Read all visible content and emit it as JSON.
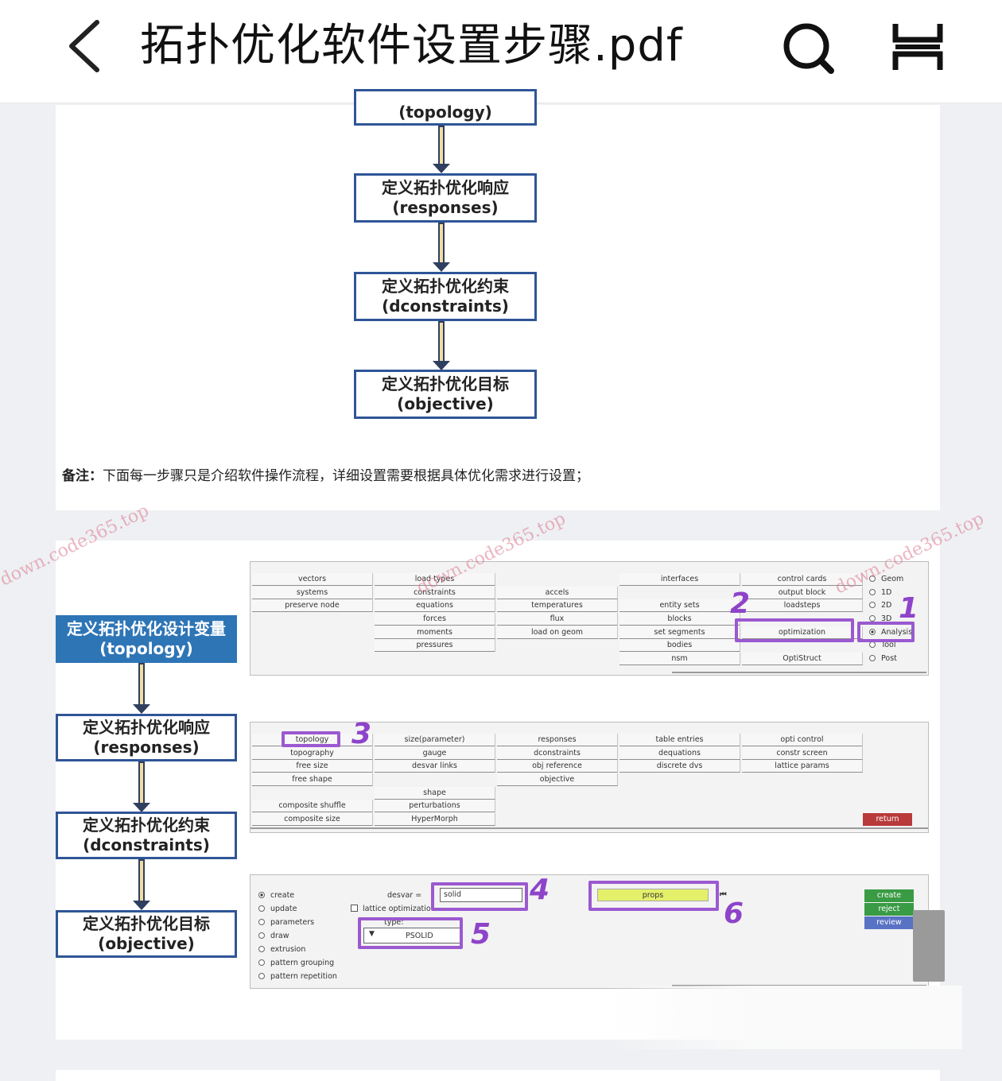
{
  "header": {
    "title": "拓扑优化软件设置步骤.pdf",
    "back_icon": "chevron-left-icon",
    "search_icon": "search-icon",
    "menu_icon": "two-bar-menu-icon"
  },
  "page1": {
    "flow": [
      {
        "zh": "",
        "en": "(topology)"
      },
      {
        "zh": "定义拓扑优化响应",
        "en": "(responses)"
      },
      {
        "zh": "定义拓扑优化约束",
        "en": "(dconstraints)"
      },
      {
        "zh": "定义拓扑优化目标",
        "en": "(objective)"
      }
    ],
    "note_label": "备注：",
    "note_text": "下面每一步骤只是介绍软件操作流程，详细设置需要根据具体优化需求进行设置；"
  },
  "page2": {
    "flow": [
      {
        "zh": "定义拓扑优化设计变量",
        "en": "(topology)"
      },
      {
        "zh": "定义拓扑优化响应",
        "en": "(responses)"
      },
      {
        "zh": "定义拓扑优化约束",
        "en": "(dconstraints)"
      },
      {
        "zh": "定义拓扑优化目标",
        "en": "(objective)"
      }
    ],
    "panel1": {
      "col1": [
        "vectors",
        "systems",
        "preserve node"
      ],
      "col2": [
        "load types",
        "constraints",
        "equations",
        "forces",
        "moments",
        "pressures"
      ],
      "col3": [
        "accels",
        "temperatures",
        "flux",
        "load on geom"
      ],
      "col4": [
        "interfaces",
        "",
        "entity sets",
        "blocks",
        "set segments",
        "bodies",
        "nsm"
      ],
      "col5": [
        "control cards",
        "output block",
        "loadsteps",
        "",
        "optimization",
        "",
        "OptiStruct"
      ],
      "radios": [
        "Geom",
        "1D",
        "2D",
        "3D",
        "Analysis",
        "Tool",
        "Post"
      ],
      "selected_radio": "Analysis"
    },
    "panel2": {
      "col1": [
        "topology",
        "topography",
        "free size",
        "free shape",
        "",
        "composite shuffle",
        "composite size"
      ],
      "col2": [
        "size(parameter)",
        "gauge",
        "desvar links",
        "",
        "shape",
        "perturbations",
        "HyperMorph"
      ],
      "col3": [
        "responses",
        "dconstraints",
        "obj reference",
        "objective"
      ],
      "col4": [
        "table entries",
        "dequations",
        "discrete dvs"
      ],
      "col5": [
        "opti control",
        "constr screen",
        "lattice params"
      ],
      "return_label": "return"
    },
    "panel3": {
      "radios": [
        "create",
        "update",
        "parameters",
        "draw",
        "extrusion",
        "pattern grouping",
        "pattern repetition"
      ],
      "selected_radio": "create",
      "desvar_label": "desvar =",
      "desvar_value": "solid",
      "lattice_label": "lattice optimizatio",
      "type_label": "type:",
      "type_value": "PSOLID",
      "props_label": "props",
      "create_label": "create",
      "reject_label": "reject",
      "review_label": "review"
    },
    "step_numbers": [
      "1",
      "2",
      "3",
      "4",
      "5",
      "6"
    ]
  },
  "watermarks": [
    "down.code365.top",
    "down.code365.top",
    "down.code365.top"
  ],
  "colors": {
    "flow_border": "#2f5597",
    "flow_highlight": "#2e75b6",
    "annotation": "#9b59d0",
    "green_button": "#3a9b45",
    "return_button": "#b83a3a",
    "props_field": "#e5f06a"
  }
}
